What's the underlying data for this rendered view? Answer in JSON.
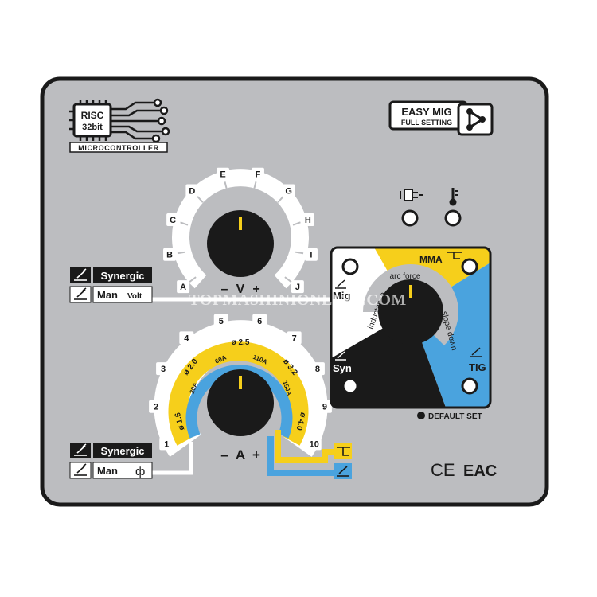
{
  "colors": {
    "panel": "#bcbdc0",
    "border": "#1a1a1a",
    "yellow": "#f6cf1b",
    "blue": "#4aa3de",
    "black": "#1a1a1a",
    "white": "#ffffff"
  },
  "badge": {
    "chip_line1": "RISC",
    "chip_line2": "32bit",
    "caption": "MICROCONTROLLER"
  },
  "easy_mig": {
    "line1": "EASY MIG",
    "line2": "FULL SETTING",
    "icon": "expand-arrow-icon"
  },
  "indicators": {
    "power_icon": "plug-icon",
    "temp_icon": "thermometer-icon"
  },
  "voltage_dial": {
    "scale": [
      "A",
      "B",
      "C",
      "D",
      "E",
      "F",
      "G",
      "H",
      "I",
      "J"
    ],
    "minus": "–",
    "letter": "V",
    "plus": "+"
  },
  "voltage_modes": {
    "synergic": "Synergic",
    "man": "Man",
    "man_unit": "Volt"
  },
  "current_dial": {
    "scale": [
      "1",
      "2",
      "3",
      "4",
      "5",
      "6",
      "7",
      "8",
      "9",
      "10"
    ],
    "wire_diameters": [
      "ø 1.6",
      "ø 2.0",
      "ø 2.5",
      "ø 3.2",
      "ø 4.0"
    ],
    "amps": [
      "20A",
      "60A",
      "110A",
      "150A"
    ],
    "minus": "–",
    "letter": "A",
    "plus": "+"
  },
  "current_modes": {
    "synergic": "Synergic",
    "man": "Man",
    "man_unit": "ф"
  },
  "mode_selector": {
    "mma": "MMA",
    "mig": "Mig",
    "syn": "Syn",
    "tig": "TIG",
    "arc_force": "arc force",
    "inductance": "inductance",
    "slope_down": "slope down",
    "default_set": "DEFAULT SET"
  },
  "certifications": {
    "ce": "CE",
    "eac": "EAC"
  },
  "watermark": "TOPMASHINIONLINE.COM"
}
